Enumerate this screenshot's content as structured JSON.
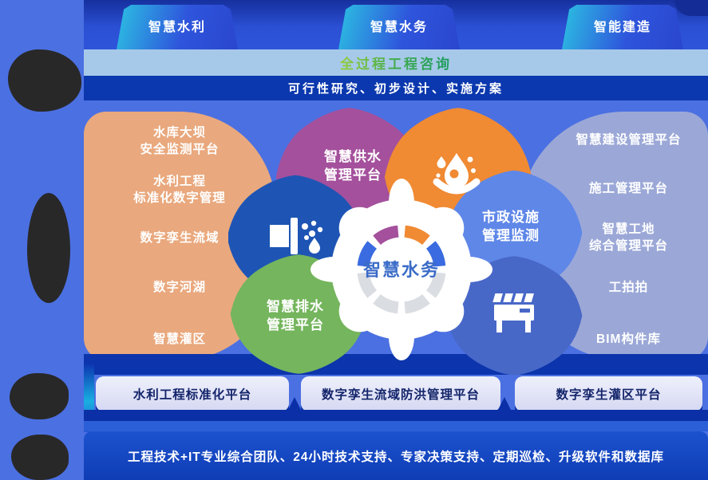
{
  "colors": {
    "page_bg": "#4B70E2",
    "top_band": "#2B50D4",
    "light_band": "#A7C9E9",
    "plan_bar": "#0B38AE",
    "left_column": "#E9A87D",
    "right_column": "#9BA8D7",
    "footer": "#1243BE",
    "button_bg": "#DCDEF6"
  },
  "tabs": [
    {
      "label": "智慧水利"
    },
    {
      "label": "智慧水务"
    },
    {
      "label": "智能建造"
    }
  ],
  "consulting_band": {
    "title": "全过程工程咨询"
  },
  "plan_bar": {
    "text": "可行性研究、初步设计、实施方案"
  },
  "left_column": {
    "items": [
      [
        "水库大坝",
        "安全监测平台"
      ],
      [
        "水利工程",
        "标准化数字管理"
      ],
      [
        "数字孪生流域"
      ],
      [
        "数字河湖"
      ],
      [
        "智慧灌区"
      ]
    ]
  },
  "right_column": {
    "items": [
      [
        "智慧建设管理平台"
      ],
      [
        "施工管理平台"
      ],
      [
        "智慧工地",
        "综合管理平台"
      ],
      [
        "工拍拍"
      ],
      [
        "BIM构件库"
      ]
    ]
  },
  "flower": {
    "center_label": "智慧水务",
    "ring_colors": {
      "purple": "#A4509C",
      "orange": "#F08A33",
      "blue": "#3A6BE0",
      "gray": "#DADDE2"
    },
    "petals": {
      "supply": {
        "lines": [
          "智慧供水",
          "管理平台"
        ],
        "color": "#A4509C"
      },
      "source": {
        "icon": "water-drop-bowl-icon",
        "color": "#F08A33"
      },
      "pipe": {
        "icon": "pipe-discharge-icon",
        "color": "#1E55B4"
      },
      "municipal": {
        "lines": [
          "市政设施",
          "管理监测"
        ],
        "color": "#5F87E8"
      },
      "drainage": {
        "lines": [
          "智慧排水",
          "管理平台"
        ],
        "color": "#74B55D"
      },
      "dam": {
        "icon": "dam-barrier-icon",
        "color": "#4868C8"
      }
    }
  },
  "bottom_buttons": [
    {
      "label": "水利工程标准化平台"
    },
    {
      "label": "数字孪生流域防洪管理平台"
    },
    {
      "label": "数字孪生灌区平台"
    }
  ],
  "footer": {
    "text": "工程技术+IT专业综合团队、24小时技术支持、专家决策支持、定期巡检、升级软件和数据库"
  }
}
